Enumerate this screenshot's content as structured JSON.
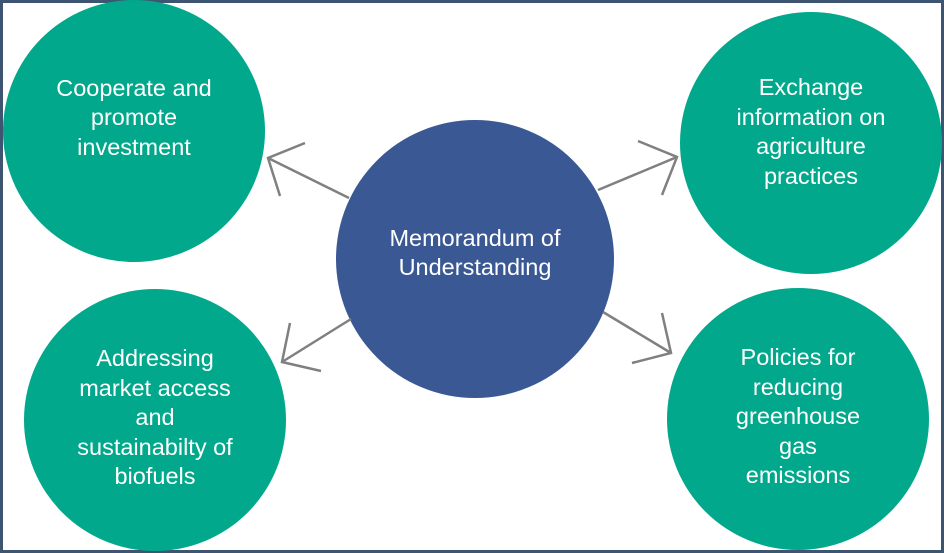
{
  "diagram": {
    "colors": {
      "outer_fill": "#02a88b",
      "center_fill": "#3a5893",
      "arrow_stroke": "#808080",
      "frame_border": "#3e5571",
      "text": "#ffffff"
    },
    "center": {
      "label": "Memorandum of\nUnderstanding"
    },
    "nodes": [
      {
        "id": "top-left",
        "label": "Cooperate and\npromote\ninvestment"
      },
      {
        "id": "top-right",
        "label": "Exchange\ninformation on\nagriculture\npractices"
      },
      {
        "id": "bottom-left",
        "label": "Addressing\nmarket access\nand\nsustainabilty of\nbiofuels"
      },
      {
        "id": "bottom-right",
        "label": "Policies for\nreducing\ngreenhouse\ngas\nemissions"
      }
    ],
    "edges": [
      {
        "from": "center",
        "to": "top-left"
      },
      {
        "from": "center",
        "to": "top-right"
      },
      {
        "from": "center",
        "to": "bottom-left"
      },
      {
        "from": "center",
        "to": "bottom-right"
      }
    ]
  }
}
